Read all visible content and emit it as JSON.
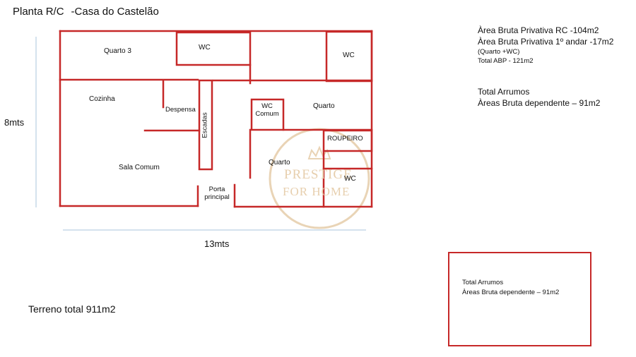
{
  "title": {
    "plan": "Planta R/C",
    "house": "-Casa do Castelão"
  },
  "areas": {
    "line1": "Àrea Bruta Privativa RC -104m2",
    "line2": "Àrea Bruta Privativa 1º andar -17m2",
    "line3": "(Quarto +WC)",
    "line4": "Total ABP - 121m2",
    "arrumos_title": "Total Arrumos",
    "arrumos_value": "Àreas Bruta dependente – 91m2"
  },
  "dimensions": {
    "height": "8mts",
    "width": "13mts"
  },
  "terreno": "Terreno total 911m2",
  "rooms": {
    "quarto3": "Quarto 3",
    "wc_top": "WC",
    "wc_right_top": "WC",
    "cozinha": "Cozinha",
    "despensa": "Despensa",
    "escadas": "Escadas",
    "wc_comum_1": "WC",
    "wc_comum_2": "Comum",
    "quarto_right": "Quarto",
    "roupeiro": "ROUPEIRO",
    "quarto_bottom": "Quarto",
    "wc_bottom": "WC",
    "sala": "Sala Comum",
    "porta_1": "Porta",
    "porta_2": "principal"
  },
  "box2": {
    "title": "Total Arrumos",
    "value": "Àreas Bruta dependente – 91m2"
  },
  "watermark": {
    "line1": "PRESTIGE",
    "line2": "FOR HOME"
  },
  "colors": {
    "wall": "#c62828",
    "dimension_line": "#a9c4de",
    "watermark": "#e7cfae"
  }
}
